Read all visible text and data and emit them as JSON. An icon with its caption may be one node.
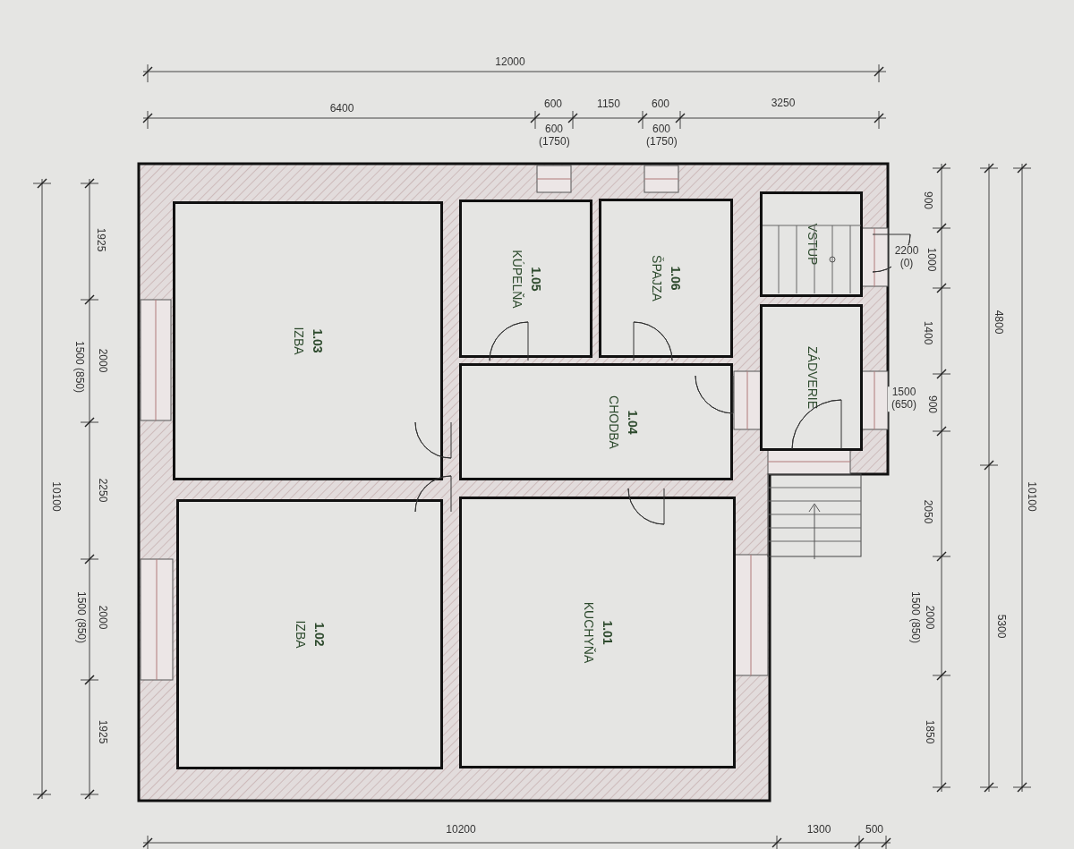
{
  "diagram": {
    "nodes": [
      {
        "text": [
          "1.03",
          "IZBA"
        ]
      },
      {
        "text": [
          "1.05",
          "KÚPELŇA"
        ]
      },
      {
        "text": [
          "1.06",
          "ŠPAJZA"
        ]
      },
      {
        "text": [
          "VSTUP"
        ]
      },
      {
        "text": [
          "1.04",
          "CHODBA"
        ]
      },
      {
        "text": [
          "ZÁDVERIE"
        ]
      },
      {
        "text": [
          "1.02",
          "IZBA"
        ]
      },
      {
        "text": [
          "1.01",
          "KUCHYŇA"
        ]
      }
    ],
    "labels": [
      "12000",
      "6400",
      "600",
      "1150",
      "600",
      "3250",
      "600 (1750)",
      "600 (1750)",
      "1925",
      "1500 (850)",
      "2000",
      "2250",
      "1500 (850)",
      "2000",
      "1925",
      "10100",
      "900",
      "2200 (0)",
      "1000",
      "1400",
      "1500 (650)",
      "900",
      "2050",
      "1500 (850)",
      "2000",
      "1850",
      "4800",
      "5300",
      "10100",
      "10200",
      "1300",
      "500"
    ]
  }
}
